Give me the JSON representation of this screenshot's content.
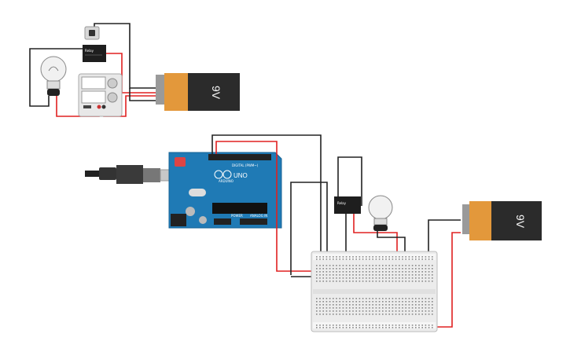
{
  "battery_top": {
    "label": "9V"
  },
  "battery_bottom": {
    "label": "9V"
  },
  "arduino": {
    "brand": "UNO",
    "sub": "ARDUINO",
    "digital_label": "DIGITAL (PWM~)",
    "power_label": "POWER",
    "analog_label": "ANALOG IN"
  },
  "relay_text": "Relay",
  "colors": {
    "wire_red": "#e02020",
    "wire_black": "#222222",
    "arduino_blue": "#1f7ab5",
    "battery_orange": "#e3983b",
    "battery_black": "#2b2b2b"
  }
}
